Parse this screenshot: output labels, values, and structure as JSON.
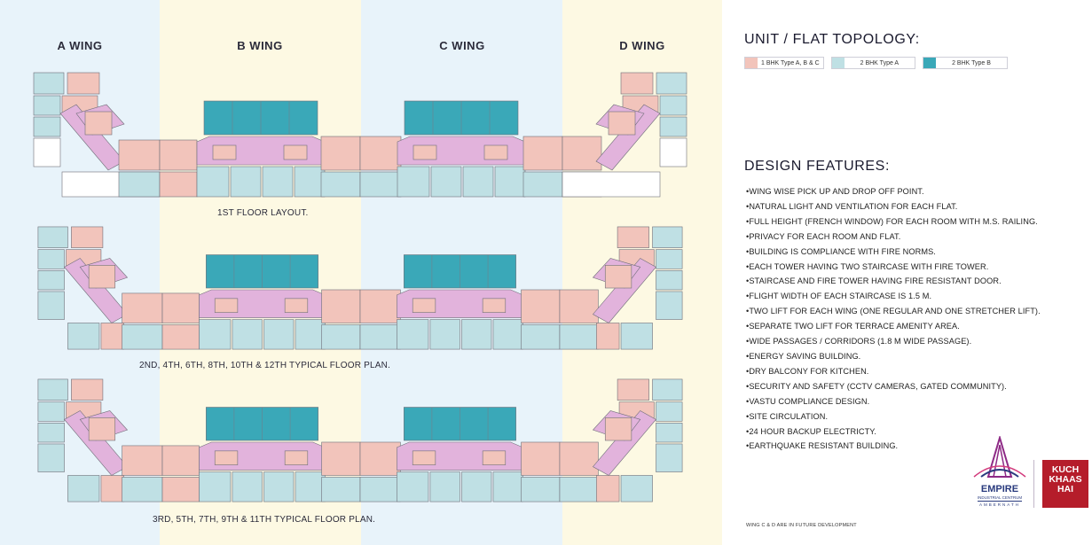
{
  "wings": [
    {
      "label": "A WING"
    },
    {
      "label": "B WING"
    },
    {
      "label": "C WING"
    },
    {
      "label": "D WING"
    }
  ],
  "floor_captions": [
    "1ST FLOOR LAYOUT.",
    "2ND, 4TH, 6TH, 8TH, 10TH & 12TH TYPICAL FLOOR PLAN.",
    "3RD, 5TH, 7TH, 9TH & 11TH TYPICAL FLOOR PLAN."
  ],
  "topology": {
    "heading": "UNIT / FLAT TOPOLOGY:",
    "legend": [
      {
        "label": "1 BHK Type A, B & C",
        "color": "#f2c4bb"
      },
      {
        "label": "2 BHK Type A",
        "color": "#bfe0e4"
      },
      {
        "label": "2 BHK Type B",
        "color": "#3aa8b8"
      }
    ]
  },
  "design": {
    "heading": "DESIGN FEATURES:",
    "features": [
      "•WING WISE PICK UP AND DROP OFF POINT.",
      "•NATURAL LIGHT AND VENTILATION FOR EACH FLAT.",
      "•FULL HEIGHT (FRENCH WINDOW) FOR EACH ROOM WITH M.S. RAILING.",
      "•PRIVACY FOR EACH ROOM AND FLAT.",
      "•BUILDING IS COMPLIANCE WITH FIRE NORMS.",
      "•EACH TOWER HAVING TWO STAIRCASE WITH FIRE TOWER.",
      "•STAIRCASE AND FIRE TOWER HAVING FIRE RESISTANT DOOR.",
      "•FLIGHT WIDTH OF EACH STAIRCASE IS 1.5 M.",
      "•TWO LIFT FOR EACH WING (ONE REGULAR AND ONE STRETCHER LIFT).",
      "•SEPARATE TWO LIFT FOR TERRACE AMENITY AREA.",
      "•WIDE PASSAGES / CORRIDORS (1.8 M WIDE PASSAGE).",
      "•ENERGY SAVING BUILDING.",
      "•DRY BALCONY FOR KITCHEN.",
      "•SECURITY AND SAFETY (CCTV CAMERAS, GATED COMMUNITY).",
      "•VASTU COMPLIANCE DESIGN.",
      "•SITE CIRCULATION.",
      "•24 HOUR BACKUP ELECTRICTY.",
      "•EARTHQUAKE RESISTANT BUILDING."
    ]
  },
  "footnote": "WING C & D ARE IN FUTURE DEVELOPMENT",
  "logos": {
    "empire_name": "EMPIRE",
    "empire_sub": "INDUSTRIAL CENTRUM",
    "empire_place": "AMBERNATH",
    "kk_line1": "KUCH",
    "kk_line2": "KHAAS",
    "kk_line3": "HAI"
  },
  "colors": {
    "band_blue": "#e8f3fa",
    "band_yellow": "#fdf9e3",
    "flat_pink": "#f2c4bb",
    "flat_lightblue": "#bfe0e4",
    "flat_teal": "#3aa8b8",
    "core_violet": "#e2b3dc"
  }
}
